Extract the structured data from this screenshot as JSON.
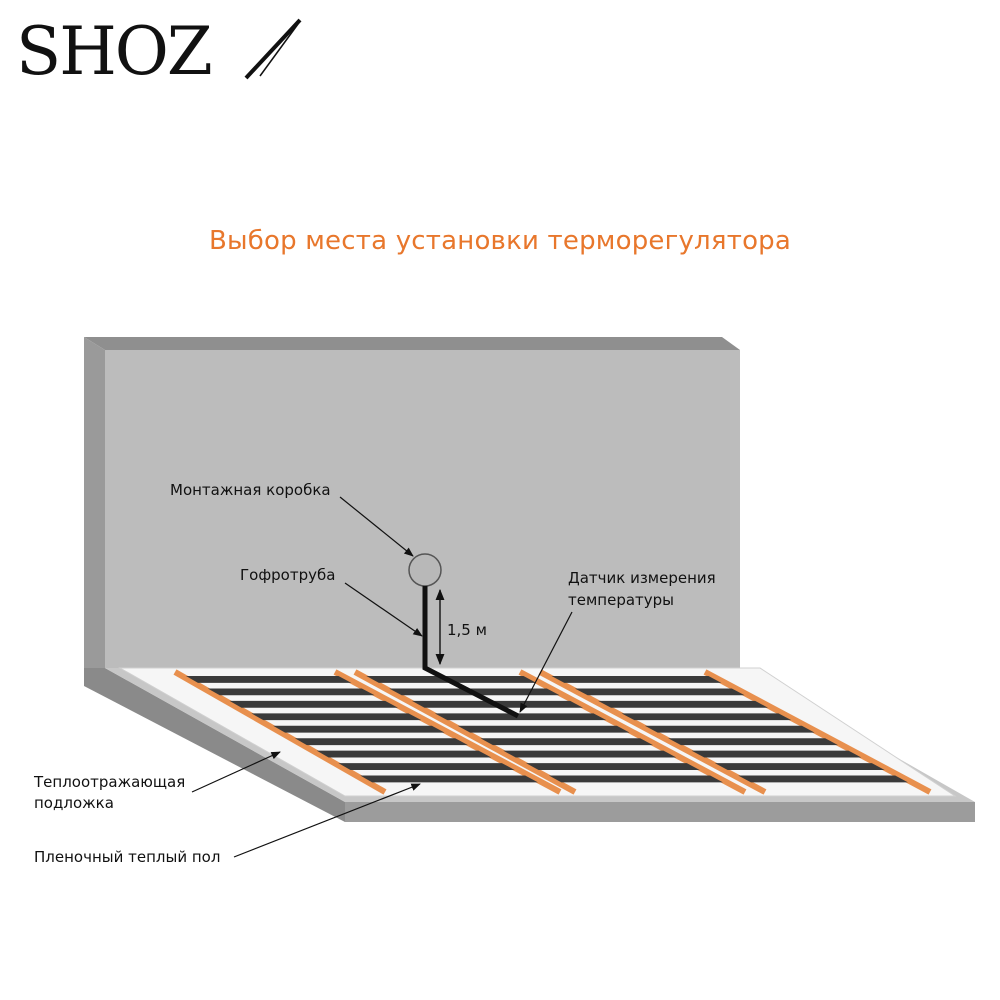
{
  "brand": {
    "logo_text": "SHOZ"
  },
  "title": "Выбор места установки терморегулятора",
  "labels": {
    "junction_box": "Монтажная коробка",
    "conduit": "Гофротруба",
    "distance": "1,5 м",
    "sensor_line1": "Датчик измерения",
    "sensor_line2": "температуры",
    "reflective_line1": "Теплоотражающая",
    "reflective_line2": "подложка",
    "film_floor": "Пленочный теплый пол"
  },
  "colors": {
    "title": "#e8772c",
    "wall": "#bcbcbc",
    "heater_strip": "#3a3a3a",
    "copper_bus": "#e8904e"
  }
}
